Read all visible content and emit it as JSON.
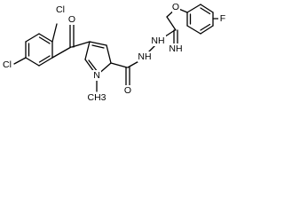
{
  "molecule": {
    "atom_labels": {
      "cl_top": "Cl",
      "cl_left": "Cl",
      "carbonyl_o_top": "O",
      "ether_o": "O",
      "fluorine": "F",
      "imine_nh": "NH",
      "hydrazide_nh_1": "NH",
      "hydrazide_nh_2": "NH",
      "pyrrole_n": "N",
      "amide_o": "O",
      "methyl": "CH3"
    }
  }
}
